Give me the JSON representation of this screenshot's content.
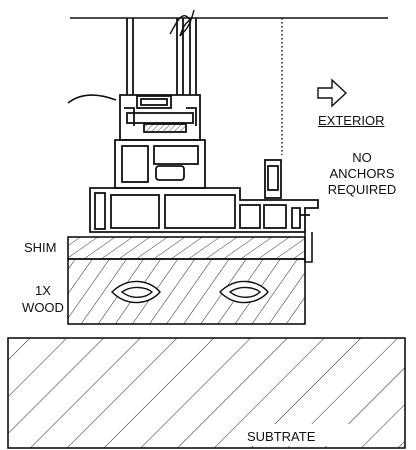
{
  "labels": {
    "exterior": "EXTERIOR",
    "no_anchors": "NO",
    "anchors": "ANCHORS",
    "required": "REQUIRED",
    "shim": "SHIM",
    "one_x": "1X",
    "wood": "WOOD",
    "substrate": "SUBTRATE"
  },
  "icons": {
    "direction": "right-arrow-outline-icon"
  },
  "colors": {
    "line": "#111111",
    "paper": "#ffffff"
  }
}
